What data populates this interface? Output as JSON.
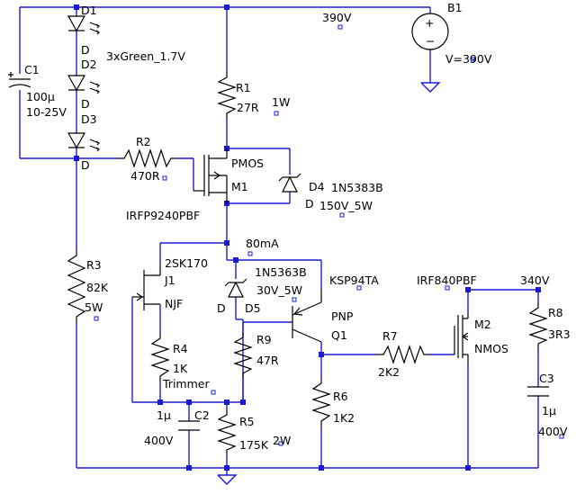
{
  "labels": {
    "d1": "D1",
    "d1_type": "D",
    "d2": "D2",
    "d2_type": "D",
    "d3": "D3",
    "d3_type": "D",
    "leds": "3xGreen_1.7V",
    "c1": "C1",
    "c1_val": "100µ",
    "c1_rating": "10-25V",
    "net_390": "390V",
    "b1": "B1",
    "b1_val": "V=390V",
    "r1": "R1",
    "r1_val": "27R",
    "r1_power": "1W",
    "r2": "R2",
    "r2_val": "470R",
    "m1_type": "PMOS",
    "m1": "M1",
    "m1_part": "IRFP9240PBF",
    "d4": "D4",
    "d4_part": "1N5383B",
    "d4_type": "D",
    "d4_rating": "150V_5W",
    "net_80ma": "80mA",
    "j1_part": "2SK170",
    "j1": "J1",
    "j1_type": "NJF",
    "d5_part": "1N5363B",
    "d5_rating": "30V_5W",
    "d5_type": "D",
    "d5": "D5",
    "q1_part": "KSP94TA",
    "q1_type": "PNP",
    "q1": "Q1",
    "m2_part": "IRF840PBF",
    "m2": "M2",
    "m2_type": "NMOS",
    "net_340": "340V",
    "r3": "R3",
    "r3_val": "82K",
    "r3_power": "5W",
    "r4": "R4",
    "r4_val": "1K",
    "r4_note": "Trimmer",
    "r9": "R9",
    "r9_val": "47R",
    "r7": "R7",
    "r7_val": "2K2",
    "r6": "R6",
    "r6_val": "1K2",
    "r8": "R8",
    "r8_val": "3R3",
    "c2": "C2",
    "c2_val": "1µ",
    "c2_rating": "400V",
    "r5": "R5",
    "r5_val": "175K",
    "r5_power": "2W",
    "c3": "C3",
    "c3_val": "1µ",
    "c3_rating": "400V",
    "b1_plus": "+",
    "b1_minus": "−"
  },
  "colors": {
    "wire": "#1b1bd6",
    "component": "#000000",
    "background": "#ffffff"
  }
}
